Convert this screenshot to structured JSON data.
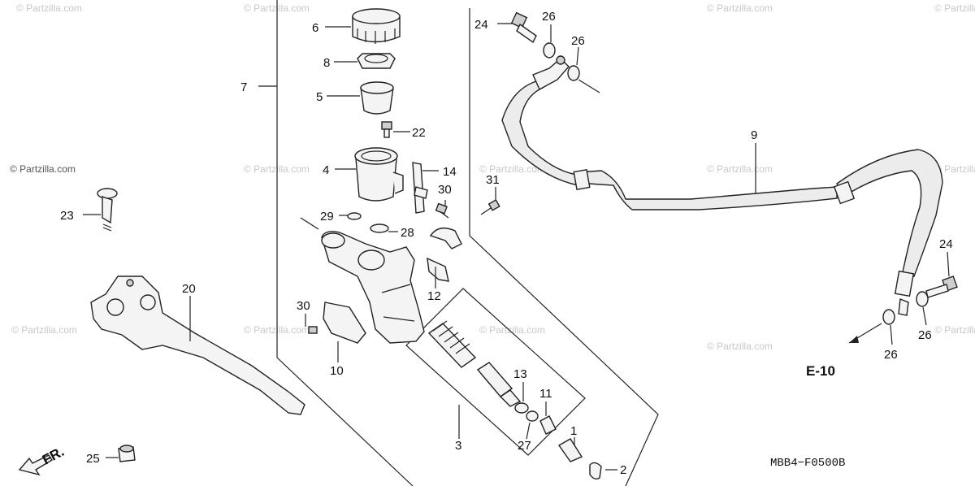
{
  "watermark": "© Partzilla.com",
  "diagram_code": "MBB4−F0500B",
  "ref_label": "E-10",
  "direction_label": "FR.",
  "callouts": {
    "c1": "1",
    "c2": "2",
    "c3": "3",
    "c4": "4",
    "c5": "5",
    "c6": "6",
    "c7": "7",
    "c8": "8",
    "c9": "9",
    "c10": "10",
    "c11": "11",
    "c12": "12",
    "c13": "13",
    "c14": "14",
    "c20": "20",
    "c22": "22",
    "c23": "23",
    "c24a": "24",
    "c24b": "24",
    "c25": "25",
    "c26a": "26",
    "c26b": "26",
    "c26c": "26",
    "c26d": "26",
    "c27": "27",
    "c28": "28",
    "c29": "29",
    "c30a": "30",
    "c30b": "30",
    "c31": "31"
  }
}
